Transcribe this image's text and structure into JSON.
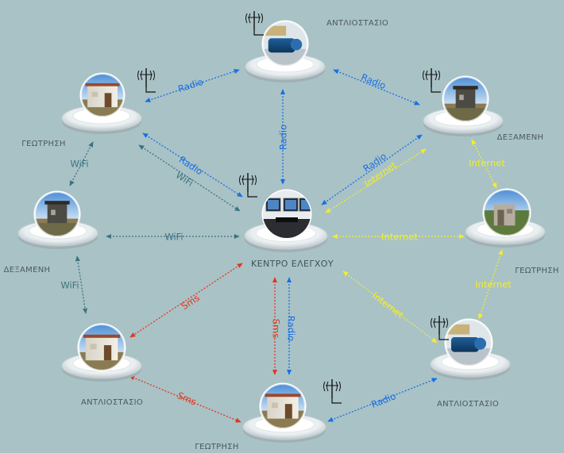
{
  "colors": {
    "background": "#a9c2c6",
    "radio": "#1a6fe0",
    "wifi": "#3c7480",
    "internet": "#f2ee2a",
    "sms": "#e2361c"
  },
  "center": {
    "label": "ΚΕΝΤΡΟ ΕΛΕΓΧΟΥ"
  },
  "nodes": [
    {
      "id": "top",
      "label": "ΑΝΤΛΙΟΣΤΑΣΙΟ",
      "antenna": true,
      "kind": "pump"
    },
    {
      "id": "tl",
      "label": "ΓΕΩΤΡΗΣΗ",
      "antenna": true,
      "kind": "house"
    },
    {
      "id": "tr",
      "label": "ΔΕΞΑΜΕΝΗ",
      "antenna": true,
      "kind": "tank"
    },
    {
      "id": "ml",
      "label": "ΔΕΞΑΜΕΝΗ",
      "antenna": false,
      "kind": "tank"
    },
    {
      "id": "mr",
      "label": "ΓΕΩΤΡΗΣΗ",
      "antenna": false,
      "kind": "shed"
    },
    {
      "id": "bl",
      "label": "ΑΝΤΛΙΟΣΤΑΣΙΟ",
      "antenna": false,
      "kind": "house"
    },
    {
      "id": "br",
      "label": "ΑΝΤΛΙΟΣΤΑΣΙΟ",
      "antenna": true,
      "kind": "pump"
    },
    {
      "id": "bottom",
      "label": "ΓΕΩΤΡΗΣΗ",
      "antenna": true,
      "kind": "house"
    }
  ],
  "links": [
    {
      "id": "tl-top",
      "type": "radio",
      "label": "Radio"
    },
    {
      "id": "top-tr",
      "type": "radio",
      "label": "Radio"
    },
    {
      "id": "top-center",
      "type": "radio",
      "label": "Radio"
    },
    {
      "id": "tl-center-radio",
      "type": "radio",
      "label": "Radio"
    },
    {
      "id": "tl-center-wifi",
      "type": "wifi",
      "label": "WiFi"
    },
    {
      "id": "tr-center-radio",
      "type": "radio",
      "label": "Radio"
    },
    {
      "id": "tr-center-internet",
      "type": "internet",
      "label": "Internet"
    },
    {
      "id": "tr-mr",
      "type": "internet",
      "label": "Internet"
    },
    {
      "id": "tl-ml",
      "type": "wifi",
      "label": "WiFi"
    },
    {
      "id": "ml-center",
      "type": "wifi",
      "label": "WiFi"
    },
    {
      "id": "center-mr",
      "type": "internet",
      "label": "Internet"
    },
    {
      "id": "ml-bl",
      "type": "wifi",
      "label": "WiFi"
    },
    {
      "id": "mr-br",
      "type": "internet",
      "label": "Internet"
    },
    {
      "id": "center-br",
      "type": "internet",
      "label": "Internet"
    },
    {
      "id": "center-bl",
      "type": "sms",
      "label": "Sms"
    },
    {
      "id": "center-bottom-sms",
      "type": "sms",
      "label": "Sms"
    },
    {
      "id": "center-bottom-radio",
      "type": "radio",
      "label": "Radio"
    },
    {
      "id": "bl-bottom",
      "type": "sms",
      "label": "Sms"
    },
    {
      "id": "bottom-br",
      "type": "radio",
      "label": "Radio"
    }
  ]
}
